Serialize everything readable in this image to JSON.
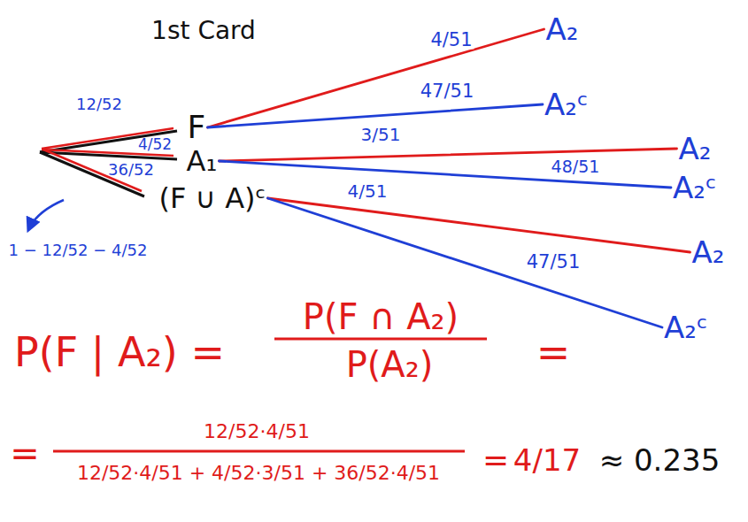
{
  "diagram": {
    "nodes": [
      {
        "text": [
          "F"
        ]
      },
      {
        "text": [
          "A₁"
        ]
      },
      {
        "text": [
          "(F ∪ A)ᶜ"
        ]
      },
      {
        "text": [
          "A₂"
        ]
      },
      {
        "text": [
          "A₂ᶜ"
        ]
      },
      {
        "text": [
          "A₂"
        ]
      },
      {
        "text": [
          "A₂ᶜ"
        ]
      },
      {
        "text": [
          "A₂"
        ]
      },
      {
        "text": [
          "A₂ᶜ"
        ]
      }
    ],
    "edges": [
      {
        "from": 0,
        "to": 3,
        "label": "4/51",
        "arrow": "none"
      },
      {
        "from": 0,
        "to": 4,
        "label": "47/51",
        "arrow": "none"
      },
      {
        "from": 1,
        "to": 5,
        "label": "3/51",
        "arrow": "none"
      },
      {
        "from": 1,
        "to": 6,
        "label": "48/51",
        "arrow": "none"
      },
      {
        "from": 2,
        "to": 7,
        "label": "4/51",
        "arrow": "none"
      },
      {
        "from": 2,
        "to": 8,
        "label": "47/51",
        "arrow": "none"
      }
    ],
    "labels": [
      "1st Card",
      "12/52",
      "4/52",
      "36/52",
      "1 − 12/52 − 4/52",
      "P(F | A₂) =",
      "P(F ∩ A₂)",
      "P(A₂)",
      "=",
      "=",
      "12/52·4/51",
      "12/52·4/51 + 4/52·3/51 + 36/52·4/51",
      "=",
      "4/17",
      "≈ 0.235"
    ]
  }
}
